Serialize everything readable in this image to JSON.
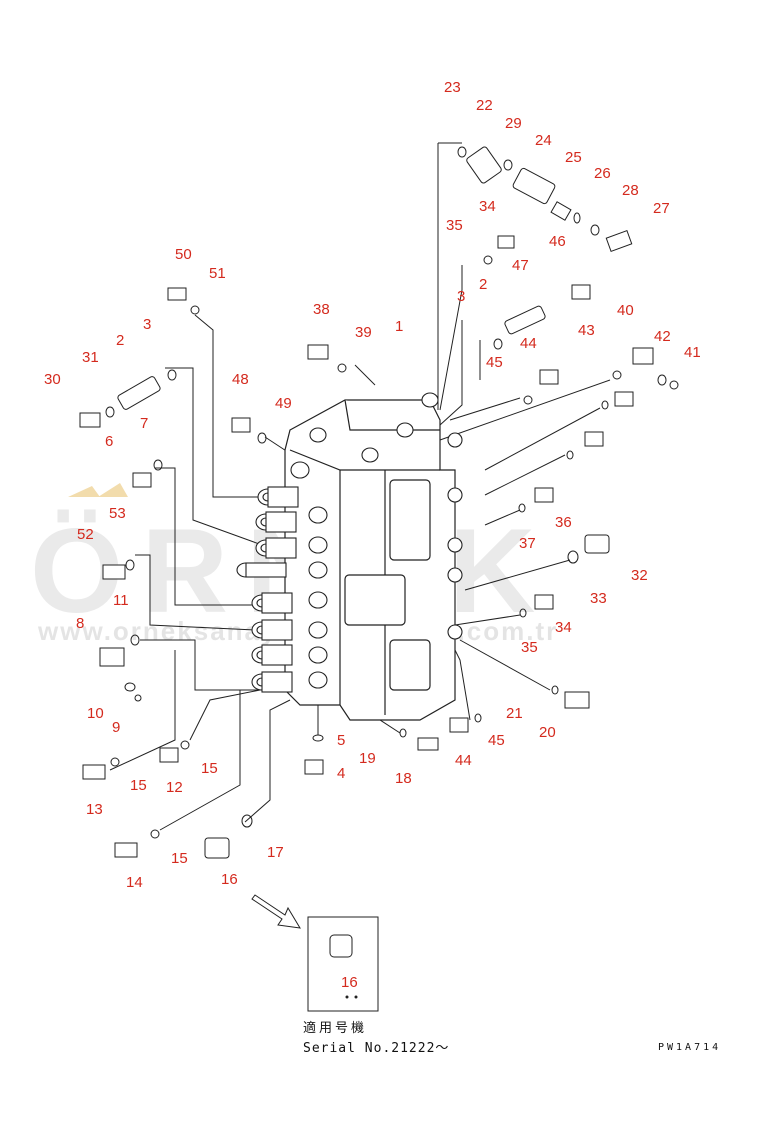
{
  "diagram": {
    "callouts": [
      "23",
      "22",
      "29",
      "24",
      "25",
      "26",
      "28",
      "27",
      "35",
      "34",
      "47",
      "46",
      "3",
      "2",
      "50",
      "51",
      "1",
      "38",
      "39",
      "44",
      "43",
      "40",
      "42",
      "41",
      "45",
      "31",
      "2",
      "3",
      "30",
      "7",
      "48",
      "49",
      "6",
      "53",
      "52",
      "11",
      "8",
      "10",
      "9",
      "36",
      "37",
      "32",
      "33",
      "34",
      "35",
      "21",
      "20",
      "5",
      "4",
      "19",
      "18",
      "44",
      "45",
      "15",
      "12",
      "13",
      "15",
      "17",
      "16",
      "14",
      "15",
      "16"
    ],
    "caption_jp": "適用号機",
    "caption_serial": "Serial No.21222～",
    "drawing_code": "PW1A714",
    "watermark": {
      "brand": "ÖRNEK",
      "url": "www.orneksanayimalzemeleri.com.tr"
    }
  },
  "colors": {
    "callout": "#d42a1e",
    "linework": "#222222",
    "watermark": "#e3e3e3"
  }
}
